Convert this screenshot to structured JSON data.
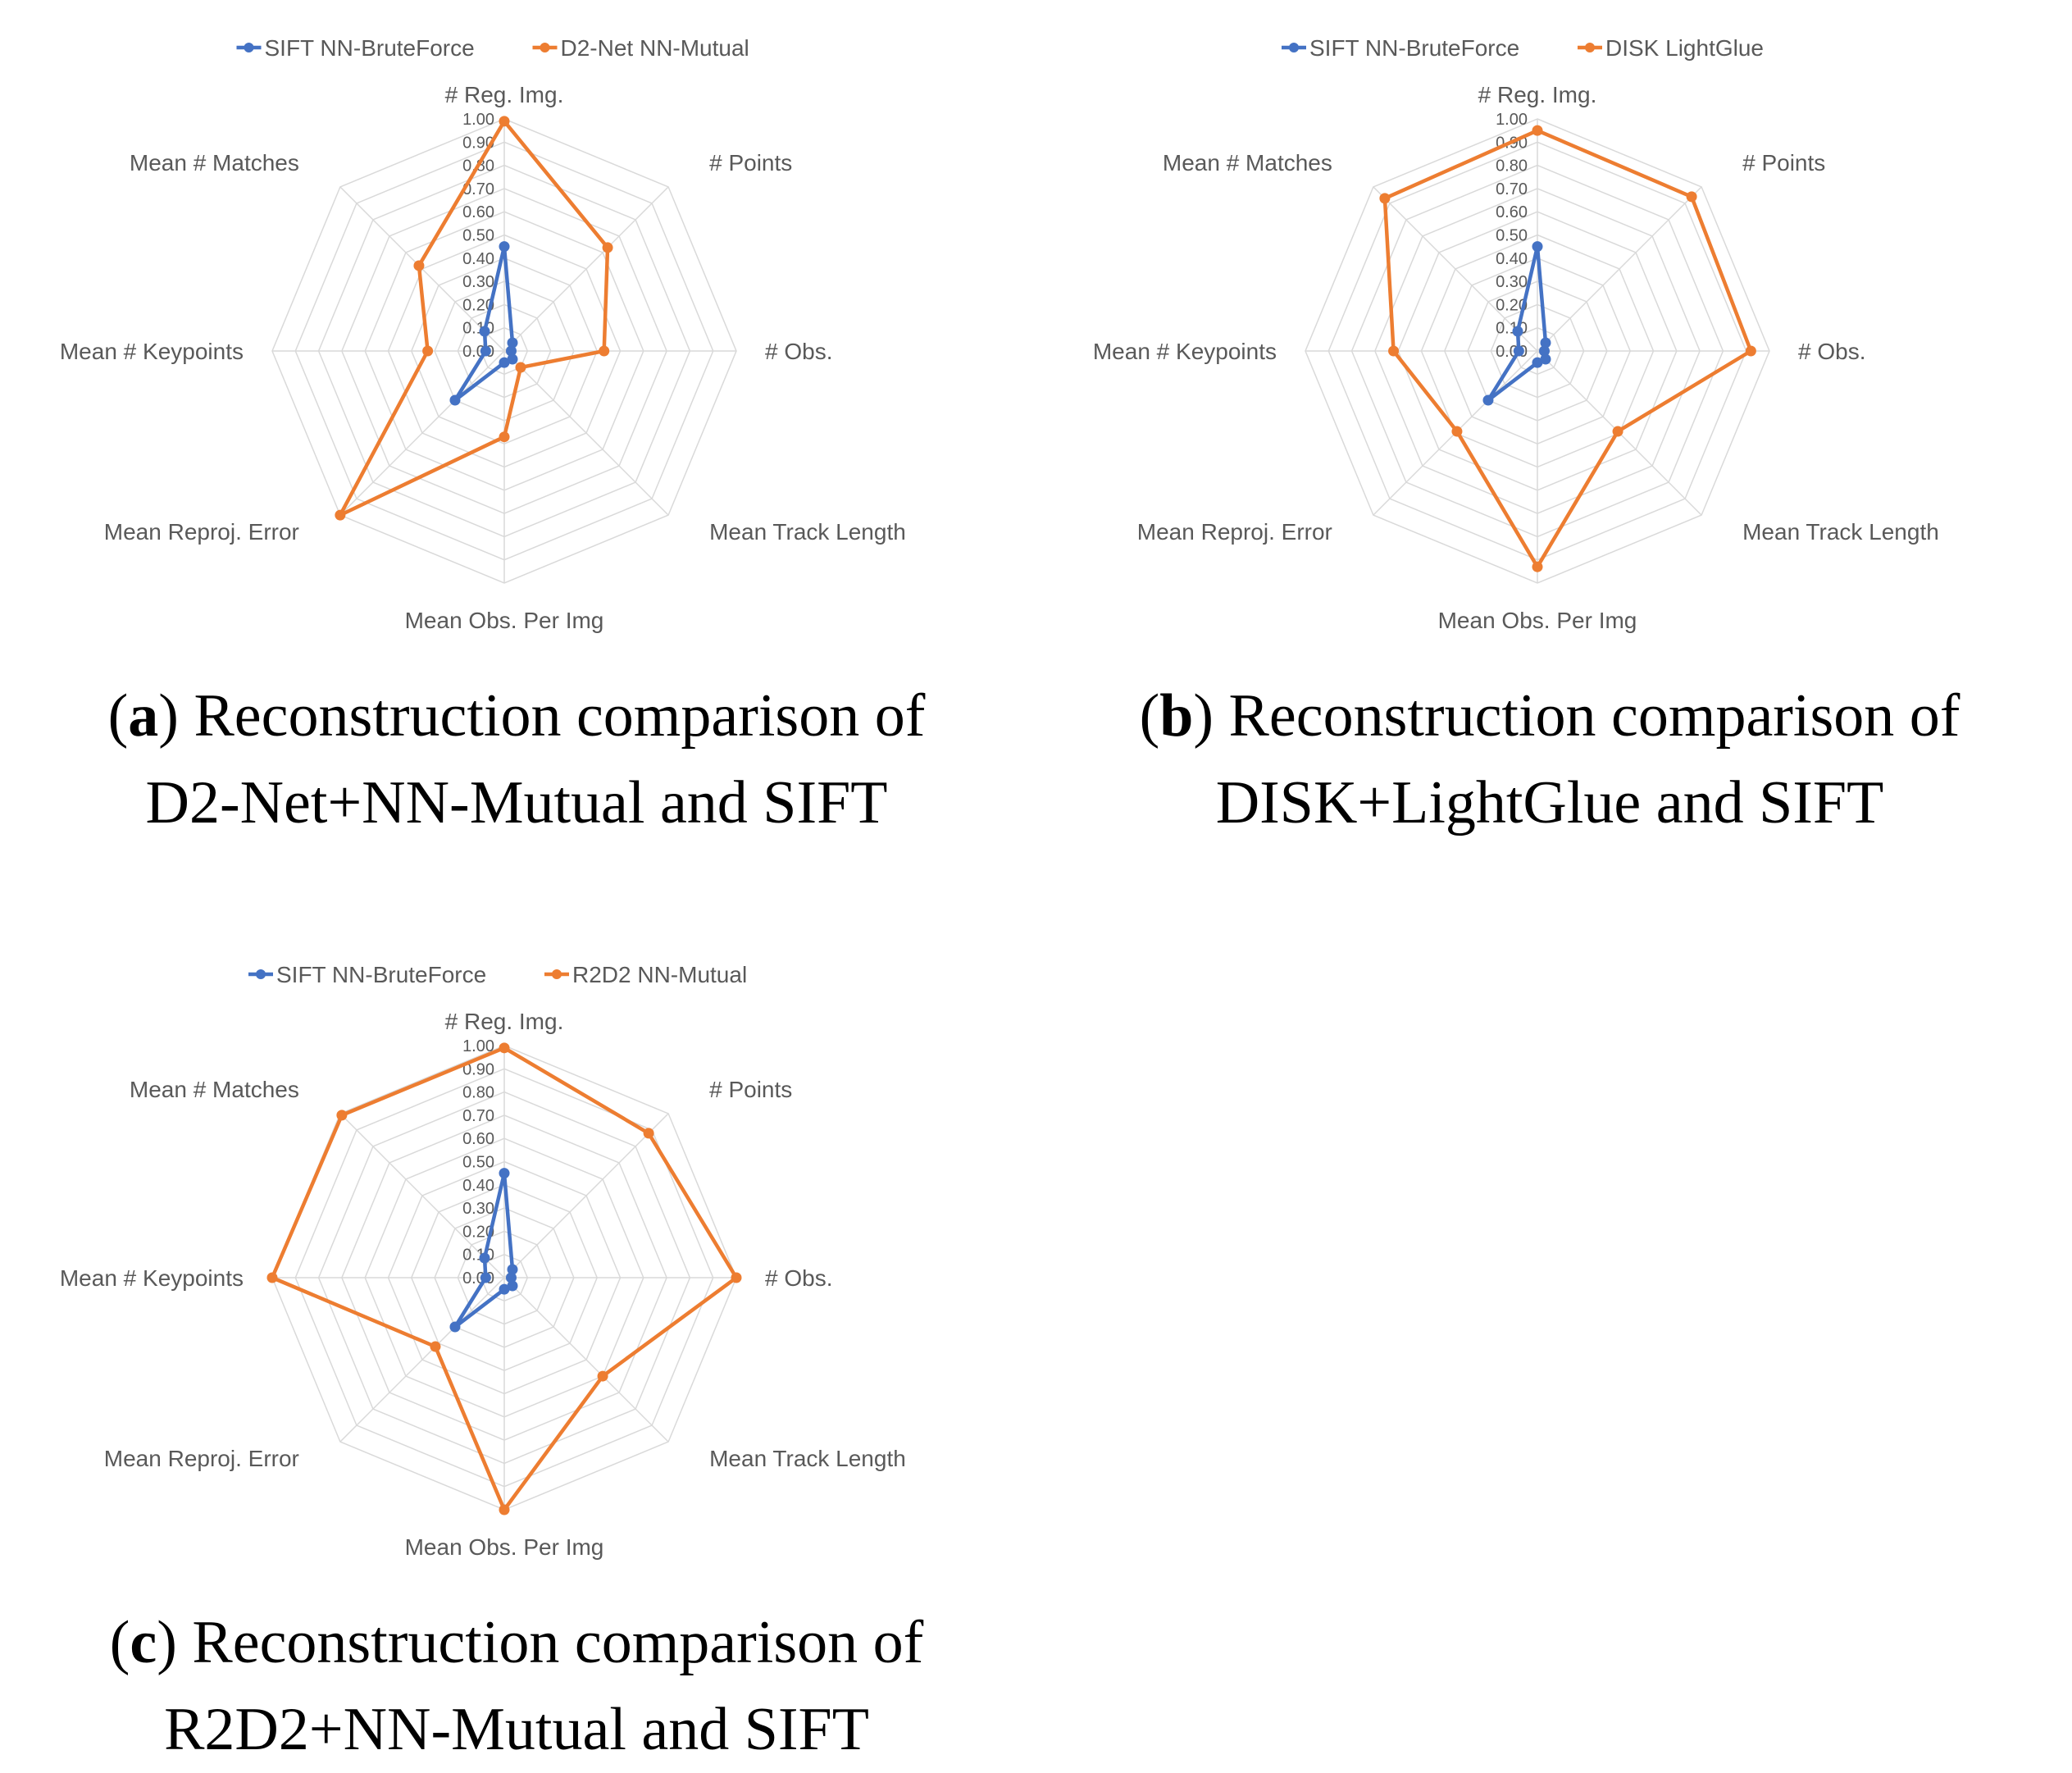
{
  "colors": {
    "sift": "#4472C4",
    "other": "#ED7D31",
    "grid": "#D9D9D9",
    "text": "#595959"
  },
  "axes": [
    "# Reg. Img.",
    "# Points",
    "# Obs.",
    "Mean Track Length",
    "Mean Obs. Per Img",
    "Mean Reproj. Error",
    "Mean # Keypoints",
    "Mean # Matches"
  ],
  "ticks": [
    "0.00",
    "0.10",
    "0.20",
    "0.30",
    "0.40",
    "0.50",
    "0.60",
    "0.70",
    "0.80",
    "0.90",
    "1.00"
  ],
  "panels": [
    {
      "caption": {
        "letter": "a",
        "line1": "Reconstruction comparison of",
        "line2": "D2-Net+NN-Mutual and SIFT"
      }
    },
    {
      "caption": {
        "letter": "b",
        "line1": "Reconstruction comparison of",
        "line2": "DISK+LightGlue and SIFT"
      }
    },
    {
      "caption": {
        "letter": "c",
        "line1": "Reconstruction comparison of",
        "line2": "R2D2+NN-Mutual and SIFT"
      }
    }
  ],
  "chart_data": [
    {
      "type": "radar",
      "categories": [
        "# Reg. Img.",
        "# Points",
        "# Obs.",
        "Mean Track Length",
        "Mean Obs. Per Img",
        "Mean Reproj. Error",
        "Mean # Keypoints",
        "Mean # Matches"
      ],
      "rlim": [
        0,
        1
      ],
      "grid": true,
      "legend": "top",
      "series": [
        {
          "name": "SIFT NN-BruteForce",
          "values": [
            0.45,
            0.05,
            0.03,
            0.05,
            0.05,
            0.3,
            0.08,
            0.12
          ]
        },
        {
          "name": "D2-Net NN-Mutual",
          "values": [
            0.99,
            0.63,
            0.43,
            0.1,
            0.37,
            1.0,
            0.33,
            0.52
          ]
        }
      ]
    },
    {
      "type": "radar",
      "categories": [
        "# Reg. Img.",
        "# Points",
        "# Obs.",
        "Mean Track Length",
        "Mean Obs. Per Img",
        "Mean Reproj. Error",
        "Mean # Keypoints",
        "Mean # Matches"
      ],
      "rlim": [
        0,
        1
      ],
      "grid": true,
      "legend": "top",
      "series": [
        {
          "name": "SIFT NN-BruteForce",
          "values": [
            0.45,
            0.05,
            0.03,
            0.05,
            0.05,
            0.3,
            0.08,
            0.12
          ]
        },
        {
          "name": "DISK LightGlue",
          "values": [
            0.95,
            0.94,
            0.92,
            0.49,
            0.93,
            0.49,
            0.62,
            0.93
          ]
        }
      ]
    },
    {
      "type": "radar",
      "categories": [
        "# Reg. Img.",
        "# Points",
        "# Obs.",
        "Mean Track Length",
        "Mean Obs. Per Img",
        "Mean Reproj. Error",
        "Mean # Keypoints",
        "Mean # Matches"
      ],
      "rlim": [
        0,
        1
      ],
      "grid": true,
      "legend": "top",
      "series": [
        {
          "name": "SIFT NN-BruteForce",
          "values": [
            0.45,
            0.05,
            0.03,
            0.05,
            0.05,
            0.3,
            0.08,
            0.12
          ]
        },
        {
          "name": "R2D2 NN-Mutual",
          "values": [
            0.99,
            0.88,
            1.0,
            0.6,
            1.0,
            0.42,
            1.0,
            0.99
          ]
        }
      ]
    }
  ]
}
